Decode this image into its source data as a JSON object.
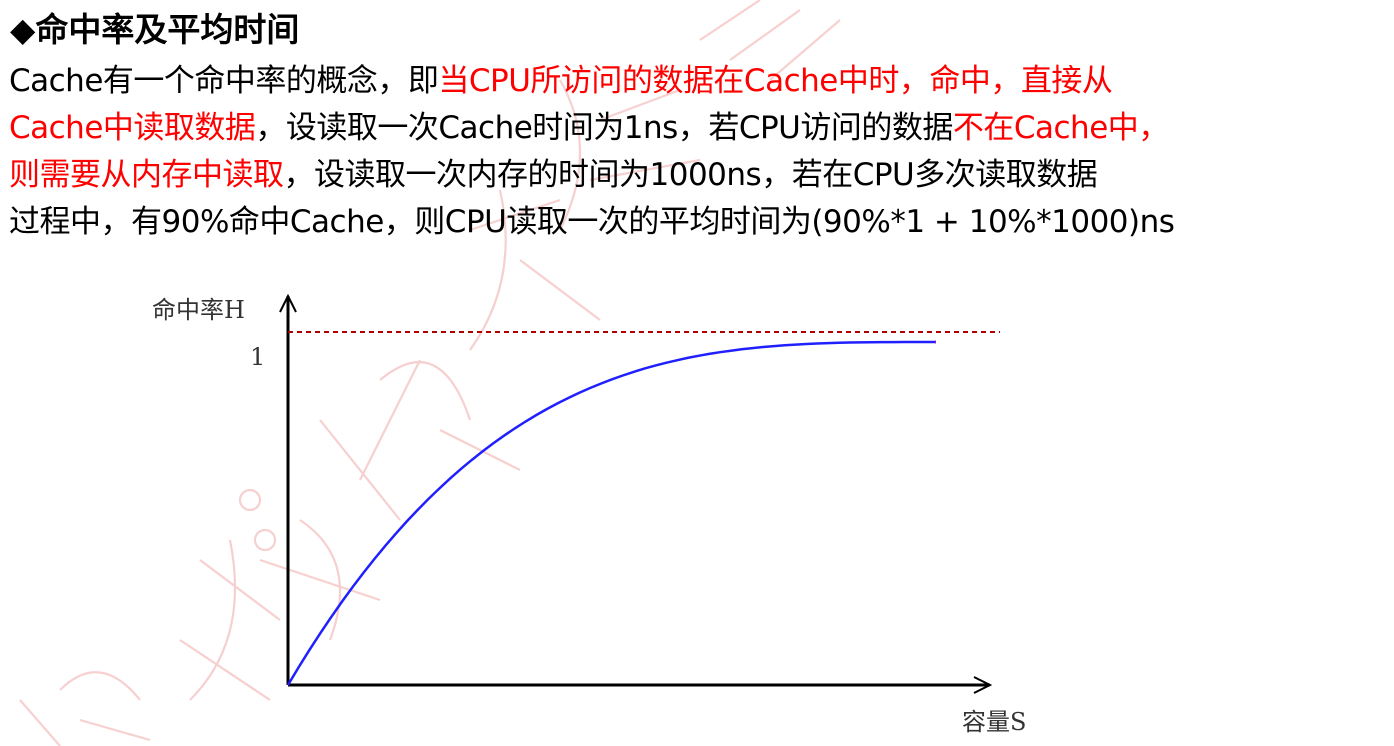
{
  "heading": {
    "bullet": "◆",
    "title": "命中率及平均时间"
  },
  "paragraph": {
    "l1_a": "Cache有一个命中率的概念，即",
    "l1_b": "当CPU所访问的数据在Cache中时，命中，直接从",
    "l2_a": "Cache中读取数据",
    "l2_b": "，设读取一次Cache时间为1ns，若CPU访问的数据",
    "l2_c": "不在Cache中，",
    "l3_a": "则需要从内存中读取",
    "l3_b": "，设读取一次内存的时间为1000ns，若在CPU多次读取数据",
    "l4": "过程中，有90%命中Cache，则CPU读取一次的平均时间为(90%*1 + 10%*1000)ns"
  },
  "colors": {
    "highlight": "#ff0000",
    "curve": "#2020ff",
    "plateau": "#cc00cc",
    "limit_line": "#b00000",
    "axis": "#000000"
  },
  "chart_data": {
    "type": "line",
    "ylabel": "命中率H",
    "xlabel": "容量S",
    "y_tick_label": "1",
    "y_limit": 1,
    "series": [
      {
        "style": "solid",
        "color": "#2020ff",
        "x": [
          0,
          0.1,
          0.2,
          0.3,
          0.4,
          0.5,
          0.6
        ],
        "y": [
          0,
          0.62,
          0.84,
          0.94,
          0.98,
          0.995,
          1.0
        ]
      },
      {
        "style": "solid",
        "color": "#cc00cc",
        "x": [
          0.6,
          1.0
        ],
        "y": [
          1.0,
          1.0
        ]
      }
    ],
    "reference_line": {
      "y": 1,
      "style": "dashed",
      "color": "#b00000"
    }
  }
}
